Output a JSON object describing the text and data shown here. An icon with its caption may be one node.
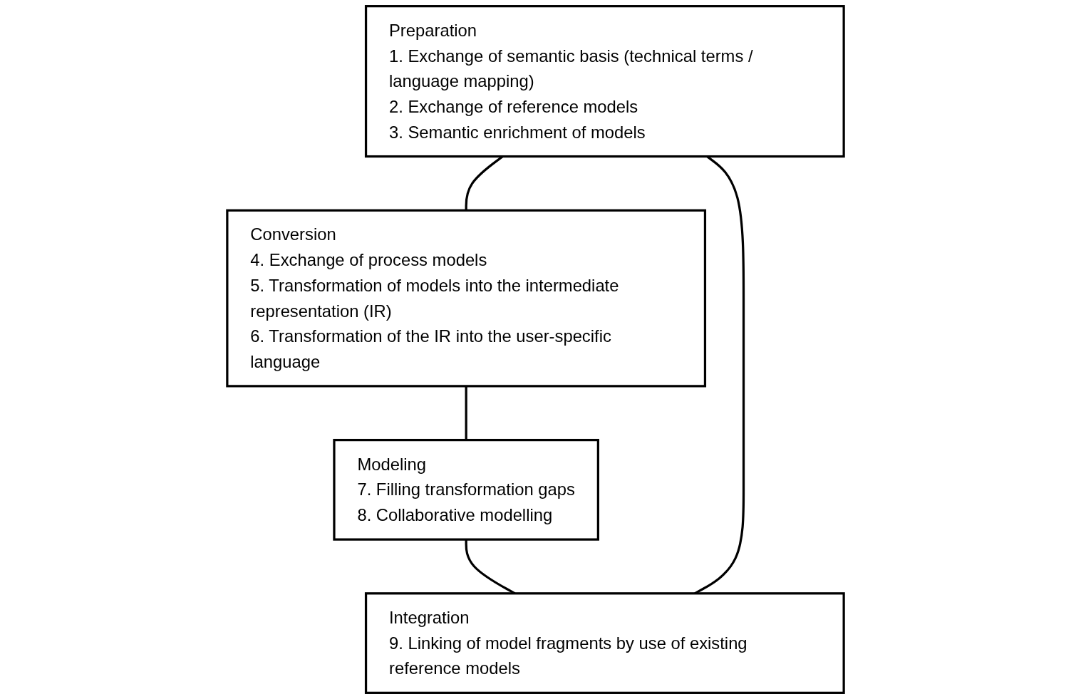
{
  "diagram": {
    "nodes": [
      {
        "text": [
          "Preparation",
          "1. Exchange of semantic basis (technical terms / language mapping)",
          "2. Exchange of reference models",
          "3. Semantic enrichment of models"
        ]
      },
      {
        "text": [
          "Conversion",
          "4. Exchange of process models",
          "5. Transformation of models into the intermediate representation (IR)",
          "6. Transformation of the IR into the user-specific language"
        ]
      },
      {
        "text": [
          "Modeling",
          "7. Filling transformation gaps",
          "8. Collaborative modelling"
        ]
      },
      {
        "text": [
          "Integration",
          "9. Linking of model fragments by use of existing reference models"
        ]
      }
    ],
    "edges": [
      {
        "from": 0,
        "to": 1,
        "arrow": "none"
      },
      {
        "from": 1,
        "to": 2,
        "arrow": "none"
      },
      {
        "from": 2,
        "to": 3,
        "arrow": "none"
      },
      {
        "from": 3,
        "to": 0,
        "arrow": "none"
      }
    ]
  }
}
